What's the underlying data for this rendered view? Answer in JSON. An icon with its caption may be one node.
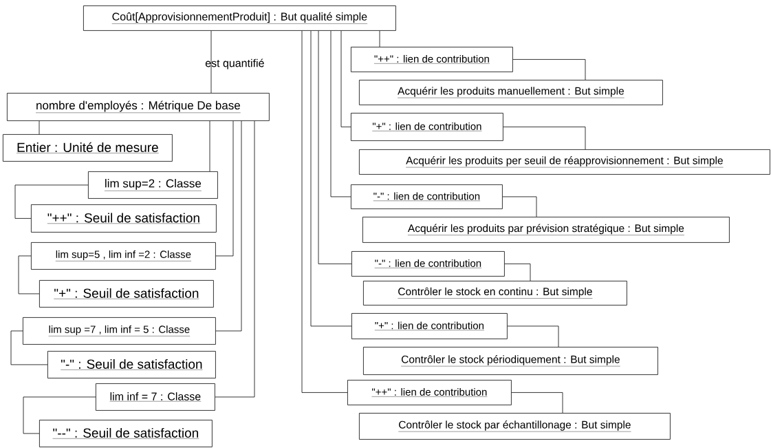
{
  "diagram": {
    "nodes": [
      {
        "text": [
          "Coût[ApprovisionnementProduit] : But qualité simple"
        ]
      },
      {
        "text": [
          "nombre d'employés : Métrique De base"
        ]
      },
      {
        "text": [
          "Entier : Unité de mesure"
        ]
      },
      {
        "text": [
          "lim sup=2 : Classe"
        ]
      },
      {
        "text": [
          "\"++\" : Seuil de satisfaction"
        ]
      },
      {
        "text": [
          "lim sup=5 , lim inf =2 : Classe"
        ]
      },
      {
        "text": [
          "\"+\" : Seuil de satisfaction"
        ]
      },
      {
        "text": [
          "lim sup =7 , lim inf = 5 : Classe"
        ]
      },
      {
        "text": [
          "\"-\" : Seuil de satisfaction"
        ]
      },
      {
        "text": [
          "lim inf = 7 : Classe"
        ]
      },
      {
        "text": [
          "\"--\" : Seuil de satisfaction"
        ]
      },
      {
        "text": [
          "\"++\" : lien de contribution"
        ]
      },
      {
        "text": [
          "Acquérir les produits manuellement : But simple"
        ]
      },
      {
        "text": [
          "\"+\" : lien de contribution"
        ]
      },
      {
        "text": [
          "Acquérir les produits per seuil de réapprovisionnement : But simple"
        ]
      },
      {
        "text": [
          "\"-\" : lien de contribution"
        ]
      },
      {
        "text": [
          "Acquérir les produits par prévision stratégique : But simple"
        ]
      },
      {
        "text": [
          "\"-\" : lien de contribution"
        ]
      },
      {
        "text": [
          "Contrôler le stock en continu : But simple"
        ]
      },
      {
        "text": [
          "\"+\" : lien de contribution"
        ]
      },
      {
        "text": [
          "Contrôler le stock périodiquement : But simple"
        ]
      },
      {
        "text": [
          "\"++\" : lien de contribution"
        ]
      },
      {
        "text": [
          "Contrôler le stock par échantillonage : But simple"
        ]
      }
    ],
    "edges": [
      {
        "from": 0,
        "to": 1,
        "arrow": "none",
        "label": "est quantifié"
      },
      {
        "from": 1,
        "to": 2,
        "arrow": "none"
      },
      {
        "from": 1,
        "to": 3,
        "arrow": "none"
      },
      {
        "from": 3,
        "to": 4,
        "arrow": "none"
      },
      {
        "from": 1,
        "to": 5,
        "arrow": "none"
      },
      {
        "from": 5,
        "to": 6,
        "arrow": "none"
      },
      {
        "from": 1,
        "to": 7,
        "arrow": "none"
      },
      {
        "from": 7,
        "to": 8,
        "arrow": "none"
      },
      {
        "from": 1,
        "to": 9,
        "arrow": "none"
      },
      {
        "from": 9,
        "to": 10,
        "arrow": "none"
      },
      {
        "from": 0,
        "to": 11,
        "arrow": "none"
      },
      {
        "from": 11,
        "to": 12,
        "arrow": "none"
      },
      {
        "from": 0,
        "to": 13,
        "arrow": "none"
      },
      {
        "from": 13,
        "to": 14,
        "arrow": "none"
      },
      {
        "from": 0,
        "to": 15,
        "arrow": "none"
      },
      {
        "from": 15,
        "to": 16,
        "arrow": "none"
      },
      {
        "from": 0,
        "to": 17,
        "arrow": "none"
      },
      {
        "from": 17,
        "to": 18,
        "arrow": "none"
      },
      {
        "from": 0,
        "to": 19,
        "arrow": "none"
      },
      {
        "from": 19,
        "to": 20,
        "arrow": "none"
      },
      {
        "from": 0,
        "to": 21,
        "arrow": "none"
      },
      {
        "from": 21,
        "to": 22,
        "arrow": "none"
      }
    ]
  }
}
